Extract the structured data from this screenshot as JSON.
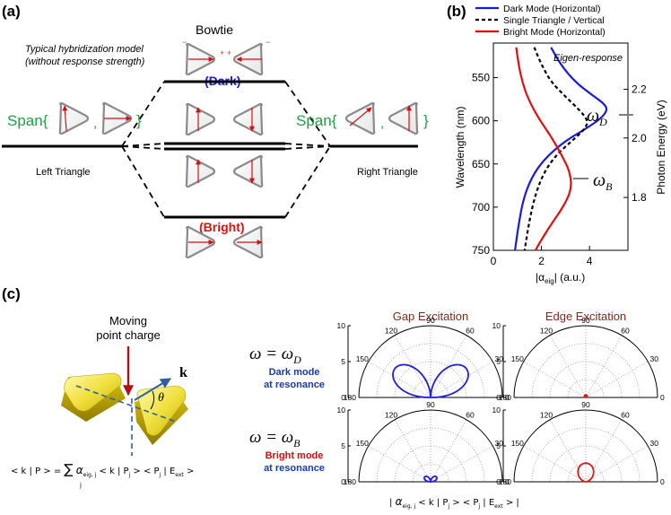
{
  "panel_a": {
    "label": "(a)",
    "title": "Bowtie",
    "model_note_line1": "Typical hybridization model",
    "model_note_line2": "(without response strength)",
    "dark_label": "(Dark)",
    "bright_label": "(Bright)",
    "span_left": "Span{",
    "span_right": "Span{",
    "span_close": "}",
    "span_comma": ",",
    "left_triangle": "Left Triangle",
    "right_triangle": "Right Triangle"
  },
  "panel_b": {
    "label": "(b)",
    "annotation": "Eigen-response",
    "omega_d": "ω",
    "omega_d_sub": "D",
    "omega_b": "ω",
    "omega_b_sub": "B",
    "xlabel_main": "|α",
    "xlabel_sub": "eig",
    "xlabel_tail": "| (a.u.)",
    "ylabel_left": "Wavelength (nm)",
    "ylabel_right": "Photon Energy (eV)"
  },
  "panel_c": {
    "label": "(c)",
    "charge_line1": "Moving",
    "charge_line2": "point charge",
    "k_label": "k",
    "theta_label": "θ",
    "eq_dark_main": "ω = ω",
    "eq_dark_sub": "D",
    "eq_bright_main": "ω = ω",
    "eq_bright_sub": "B",
    "dark_mode_line1": "Dark mode",
    "dark_mode_line2": "at resonance",
    "bright_mode_line1": "Bright mode",
    "bright_mode_line2": "at resonance",
    "gap_title": "Gap Excitation",
    "edge_title": "Edge Excitation",
    "formula_left": "< k | P > = ∑ α    < k | P  > < P  | E    >",
    "formula_bottom": "| α     < k | P  > < P  | E    > |",
    "sum_index": "j",
    "alpha_sub": "eig, j",
    "p_sub": "j",
    "e_sub": "ext"
  },
  "colors": {
    "dark": "#1a1adc",
    "bright": "#e01010",
    "span_green": "#22a043",
    "title_brown": "#7a2a1e",
    "dark_mode_text": "#1a3aa8",
    "bright_mode_text": "#d01010",
    "cross_red": "#e03030",
    "charge_arrow": "#b01010",
    "k_arrow": "#3060a0",
    "polar_dark": "#2020d8",
    "polar_bright": "#e01818"
  },
  "chart_data": [
    {
      "type": "line",
      "panel": "(b)",
      "legend": [
        "Dark Mode (Horizontal)",
        "Single Triangle / Vertical",
        "Bright Mode (Horizontal)"
      ],
      "legend_position": "top",
      "x_axis": "|α_eig| (a.u.)",
      "x_ticks": [
        0,
        2,
        4
      ],
      "xlim": [
        0,
        5.6
      ],
      "y_axis": "Wavelength (nm)",
      "y_ticks": [
        550,
        600,
        650,
        700,
        750
      ],
      "ylim": [
        510,
        750
      ],
      "y_axis_right": "Photon Energy (eV)",
      "y_right_ticks": [
        2.2,
        2.0,
        1.8
      ],
      "series": [
        {
          "name": "Dark Mode (Horizontal)",
          "style": "solid",
          "color": "#1a1adc",
          "points": [
            [
              2.4,
              515
            ],
            [
              2.8,
              535
            ],
            [
              3.4,
              555
            ],
            [
              4.1,
              570
            ],
            [
              4.6,
              580
            ],
            [
              4.75,
              587
            ],
            [
              4.5,
              597
            ],
            [
              3.8,
              610
            ],
            [
              2.9,
              625
            ],
            [
              2.1,
              645
            ],
            [
              1.6,
              665
            ],
            [
              1.25,
              690
            ],
            [
              1.05,
              720
            ],
            [
              0.9,
              750
            ]
          ]
        },
        {
          "name": "Single Triangle / Vertical",
          "style": "dashed",
          "color": "#000000",
          "points": [
            [
              1.7,
              515
            ],
            [
              2.0,
              535
            ],
            [
              2.4,
              555
            ],
            [
              3.0,
              572
            ],
            [
              3.6,
              588
            ],
            [
              3.95,
              600
            ],
            [
              3.8,
              610
            ],
            [
              3.2,
              625
            ],
            [
              2.6,
              640
            ],
            [
              2.1,
              660
            ],
            [
              1.75,
              685
            ],
            [
              1.5,
              715
            ],
            [
              1.3,
              750
            ]
          ]
        },
        {
          "name": "Bright Mode (Horizontal)",
          "style": "solid",
          "color": "#e01010",
          "points": [
            [
              0.95,
              515
            ],
            [
              1.05,
              535
            ],
            [
              1.2,
              555
            ],
            [
              1.45,
              575
            ],
            [
              1.9,
              598
            ],
            [
              2.4,
              618
            ],
            [
              2.85,
              640
            ],
            [
              3.2,
              660
            ],
            [
              3.25,
              680
            ],
            [
              2.9,
              700
            ],
            [
              2.4,
              720
            ],
            [
              1.95,
              740
            ],
            [
              1.75,
              750
            ]
          ]
        }
      ]
    },
    {
      "type": "polar",
      "panel": "(c) Gap Excitation, ω = ω_D",
      "r_ticks": [
        0,
        5,
        10
      ],
      "angle_ticks": [
        0,
        30,
        60,
        90,
        120,
        150,
        180
      ],
      "r_tick_labels": [
        "0",
        "5",
        "10"
      ],
      "color": "#2020d8",
      "shape": "two lobes peaking ~6.5 near 35° and 145°, zero at 90°"
    },
    {
      "type": "polar",
      "panel": "(c) Edge Excitation, ω = ω_D",
      "r_ticks": [
        0,
        5,
        10
      ],
      "angle_ticks": [
        0,
        30,
        60,
        90,
        120,
        150,
        180
      ],
      "r_tick_labels": [
        "0",
        "5",
        "10"
      ],
      "color": "#e01818",
      "shape": "tiny dot near origin"
    },
    {
      "type": "polar",
      "panel": "(c) Gap Excitation, ω = ω_B",
      "r_ticks": [
        0,
        5,
        10
      ],
      "angle_ticks": [
        0,
        30,
        60,
        90,
        120,
        150,
        180
      ],
      "r_tick_labels": [
        "0",
        "5",
        "10"
      ],
      "color": "#2020d8",
      "shape": "small two-lobed response ~1 near origin"
    },
    {
      "type": "polar",
      "panel": "(c) Edge Excitation, ω = ω_B",
      "r_ticks": [
        0,
        5,
        10
      ],
      "angle_ticks": [
        0,
        30,
        60,
        90,
        120,
        150,
        180
      ],
      "r_tick_labels": [
        "0",
        "5",
        "10"
      ],
      "color": "#e01818",
      "shape": "single lobe ~2.5 centred at 90°"
    }
  ]
}
